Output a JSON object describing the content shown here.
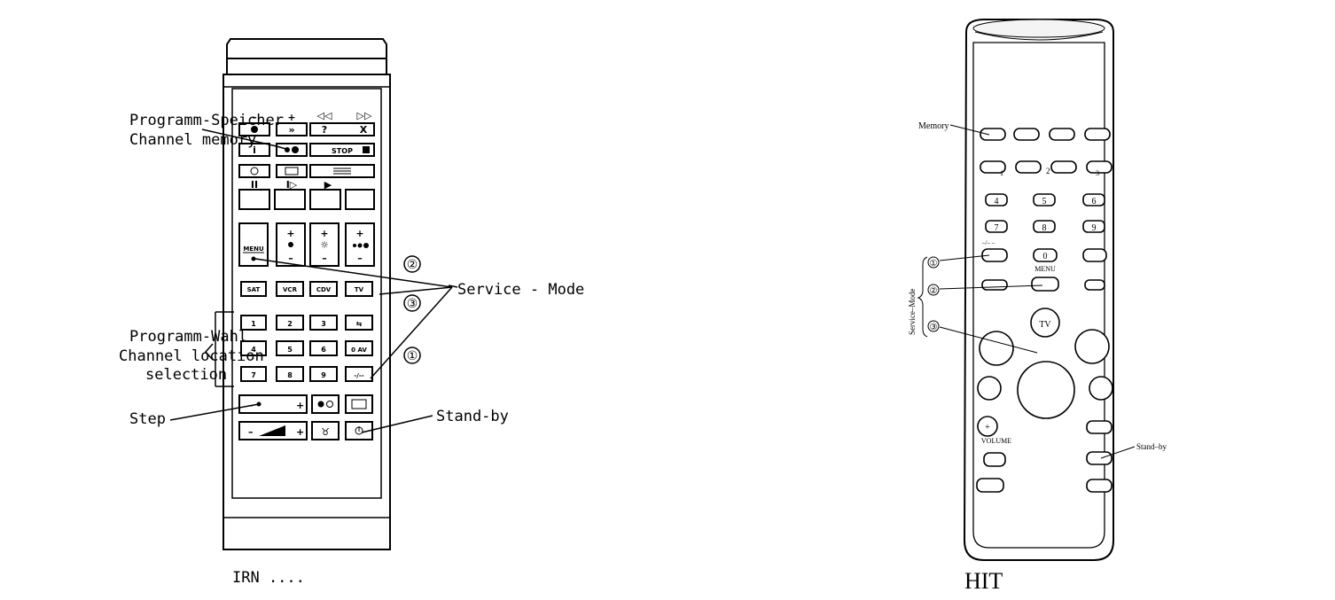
{
  "left_remote": {
    "caption": "IRN ....",
    "top_row_symbols": [
      "–",
      "+",
      "◁◁",
      "▷▷"
    ],
    "labels": {
      "memory_de": "Programm-Speicher",
      "memory_en": "Channel memory",
      "service_mode": "Service - Mode",
      "channel_select_de": "Programm-Wahl",
      "channel_select_en_1": "Channel location",
      "channel_select_en_2": "selection",
      "step": "Step",
      "standby": "Stand-by"
    },
    "callouts": [
      "②",
      "③",
      "①"
    ],
    "source_buttons": [
      "SAT",
      "VCR",
      "CDV",
      "TV"
    ],
    "number_keys": [
      "1",
      "2",
      "3",
      "⇆",
      "4",
      "5",
      "6",
      "0 AV",
      "7",
      "8",
      "9",
      "-/--"
    ],
    "menu_label": "MENU",
    "stop_label": "STOP"
  },
  "right_remote": {
    "caption": "HIT",
    "labels": {
      "memory": "Memory",
      "service_mode": "Service–Mode",
      "standby": "Stand–by",
      "menu": "MENU",
      "volume": "VOLUME",
      "tv": "TV",
      "dash": "–/– –"
    },
    "callouts": [
      "①",
      "②",
      "③"
    ],
    "number_keys": [
      "1",
      "2",
      "3",
      "4",
      "5",
      "6",
      "7",
      "8",
      "9",
      "0"
    ]
  }
}
